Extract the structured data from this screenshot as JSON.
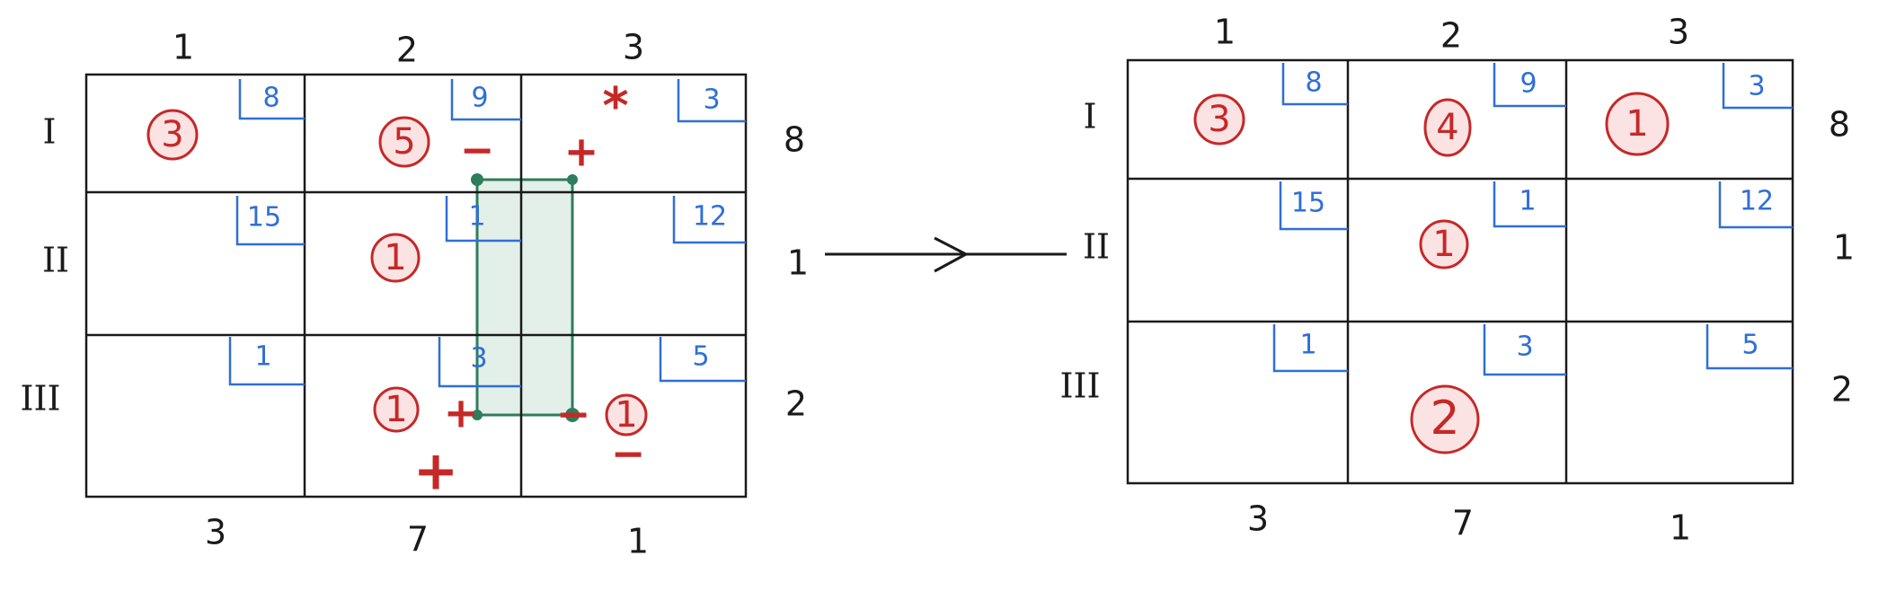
{
  "arrow_label": "",
  "colors": {
    "ink": "#1a1a1a",
    "cost_blue": "#2f6fd6",
    "alloc_red": "#c62828",
    "alloc_fill": "#fbe3e3",
    "loop_green": "#2e7d5b",
    "loop_fill": "#e3efe9"
  },
  "left": {
    "col_labels": [
      "1",
      "2",
      "3"
    ],
    "row_labels": [
      "I",
      "II",
      "III"
    ],
    "supply": [
      "8",
      "1",
      "2"
    ],
    "demand": [
      "3",
      "7",
      "1"
    ],
    "costs": [
      [
        "8",
        "9",
        "3"
      ],
      [
        "15",
        "1",
        "12"
      ],
      [
        "1",
        "3",
        "5"
      ]
    ],
    "allocations": [
      [
        "3",
        "5",
        ""
      ],
      [
        "",
        "1",
        ""
      ],
      [
        "",
        "1",
        "1"
      ]
    ],
    "entering_mark": "*",
    "signs": {
      "r1c2": "−",
      "r1c3": "+",
      "r3c2": "+",
      "r3c3": "−",
      "r3c2_below": "+",
      "r3c3_below": "−"
    }
  },
  "right": {
    "col_labels": [
      "1",
      "2",
      "3"
    ],
    "row_labels": [
      "I",
      "II",
      "III"
    ],
    "supply": [
      "8",
      "1",
      "2"
    ],
    "demand": [
      "3",
      "7",
      "1"
    ],
    "costs": [
      [
        "8",
        "9",
        "3"
      ],
      [
        "15",
        "1",
        "12"
      ],
      [
        "1",
        "3",
        "5"
      ]
    ],
    "allocations": [
      [
        "3",
        "4",
        "1"
      ],
      [
        "",
        "1",
        ""
      ],
      [
        "",
        "2",
        ""
      ]
    ]
  }
}
